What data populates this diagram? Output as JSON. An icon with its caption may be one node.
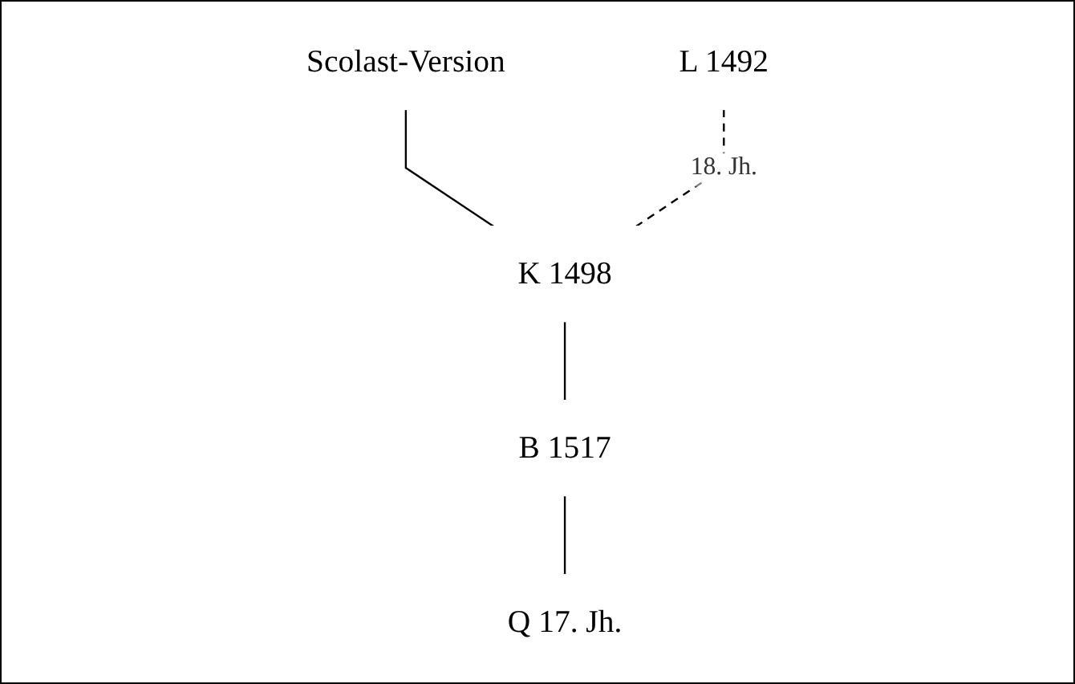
{
  "diagram": {
    "nodes": [
      {
        "text": [
          "Scolast-Version"
        ]
      },
      {
        "text": [
          "L 1492"
        ]
      },
      {
        "text": [
          "K 1498"
        ]
      },
      {
        "text": [
          "B 1517"
        ]
      },
      {
        "text": [
          "Q 17. Jh."
        ]
      }
    ],
    "edges": [
      {
        "from": 0,
        "to": 2,
        "arrow": "none"
      },
      {
        "from": 1,
        "to": 2,
        "arrow": "none",
        "style": "dashed",
        "label": "18. Jh."
      },
      {
        "from": 2,
        "to": 3,
        "arrow": "none"
      },
      {
        "from": 3,
        "to": 4,
        "arrow": "none"
      }
    ]
  }
}
